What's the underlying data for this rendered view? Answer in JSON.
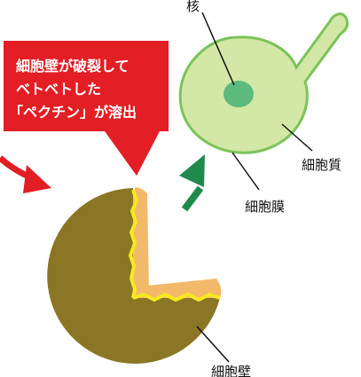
{
  "callout": {
    "lines": [
      "細胞壁が破裂して",
      "ベトベトした",
      "「ペクチン」が溶出"
    ]
  },
  "labels": {
    "nucleus": "核",
    "cytoplasm": "細胞質",
    "cell_membrane": "細胞膜",
    "cell_wall": "細胞壁"
  },
  "colors": {
    "callout_red": "#e31e24",
    "arrow_red": "#e31e24",
    "arrow_green": "#1f8a4c",
    "cell_fill": "#d3e8a6",
    "cell_stroke": "#7cc35a",
    "nucleus_fill": "#5cba7d",
    "wall_fill": "#8a7624",
    "pulp_fill": "#f3b96b",
    "pectin_yellow": "#f6ea1e"
  }
}
